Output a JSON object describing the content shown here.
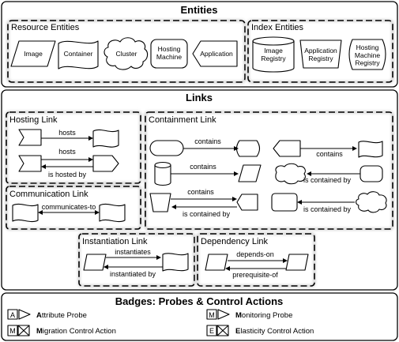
{
  "entities": {
    "title": "Entities",
    "resource_group": {
      "title": "Resource Entities",
      "items": [
        "Image",
        "Container",
        "Cluster",
        "Hosting Machine",
        "Application"
      ]
    },
    "index_group": {
      "title": "Index Entities",
      "items": [
        "Image Registry",
        "Application Registry",
        "Hosting Machine Registry"
      ]
    }
  },
  "links": {
    "title": "Links",
    "hosting": {
      "title": "Hosting Link",
      "hosts_1": "hosts",
      "hosts_2": "hosts",
      "hosted_by": "is hosted by"
    },
    "communication": {
      "title": "Communication Link",
      "label": "communicates-to"
    },
    "containment": {
      "title": "Containment Link",
      "contains": "contains",
      "contained_by": "is contained by"
    },
    "instantiation": {
      "title": "Instantiation Link",
      "forward": "instantiates",
      "backward": "instantiated by"
    },
    "dependency": {
      "title": "Dependency Link",
      "forward": "depends-on",
      "backward": "prerequisite-of"
    }
  },
  "badges": {
    "title": "Badges: Probes & Control Actions",
    "items": [
      {
        "glyph": "A",
        "initial": "A",
        "rest": "ttribute Probe"
      },
      {
        "glyph": "M",
        "initial": "M",
        "rest": "onitoring Probe"
      },
      {
        "glyph": "M",
        "initial": "M",
        "rest": "igration Control Action"
      },
      {
        "glyph": "E",
        "initial": "E",
        "rest": "lasticity Control Action"
      }
    ]
  }
}
